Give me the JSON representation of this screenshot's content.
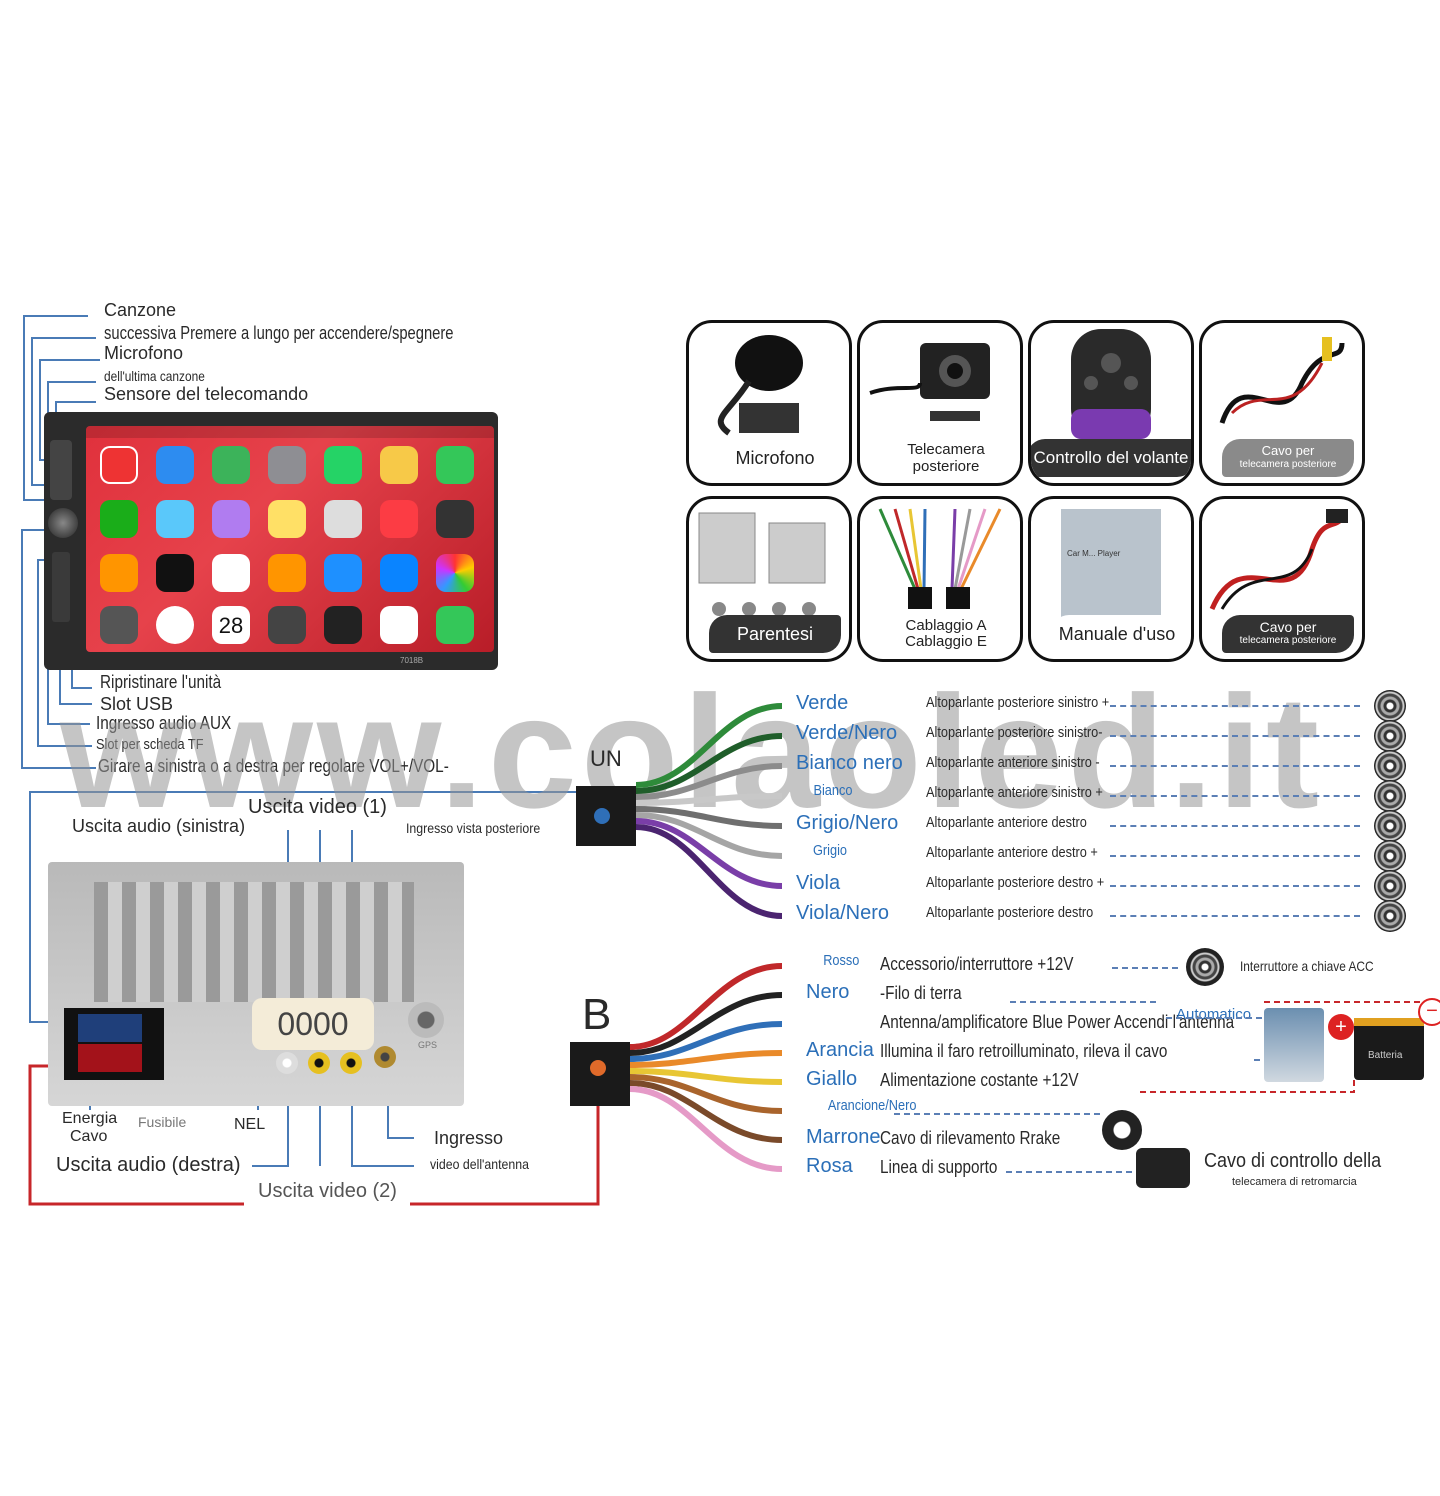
{
  "front_panel": {
    "labels": {
      "next_song": "Canzone",
      "next_song_2": "successiva Premere a lungo per accendere/spegnere",
      "mic": "Microfono",
      "prev_song": "dell'ultima canzone",
      "remote_sensor": "Sensore del telecomando",
      "reset": "Ripristinare l'unità",
      "usb": "Slot USB",
      "aux": "Ingresso audio AUX",
      "tf": "Slot per scheda TF",
      "volume": "Girare a sinistra o a destra per regolare VOL+/VOL-"
    },
    "screen": {
      "date": "28",
      "model": "7018B"
    }
  },
  "accessories": [
    {
      "label": "Microfono",
      "style": "plain"
    },
    {
      "label": "Telecamera posteriore",
      "style": "plain"
    },
    {
      "label": "Controllo del volante",
      "style": "dark"
    },
    {
      "label": "Cavo per",
      "sub": "telecamera posteriore",
      "style": "gray"
    },
    {
      "label": "Parentesi",
      "style": "dark"
    },
    {
      "label": "Cablaggio A",
      "sub": "Cablaggio E",
      "style": "plain"
    },
    {
      "label": "Manuale d'uso",
      "style": "plain"
    },
    {
      "label": "Cavo per",
      "sub": "telecamera posteriore",
      "style": "dark"
    }
  ],
  "manual_text": "Car M... Player",
  "watermark": "www.colaoled.it",
  "connector_a": {
    "name": "UN",
    "wires": [
      {
        "color_name": "Verde",
        "func": "Altoparlante posteriore sinistro +",
        "color": "#2e8b3a"
      },
      {
        "color_name": "Verde/Nero",
        "func": "Altoparlante posteriore sinistro-",
        "color": "#1f5e2a"
      },
      {
        "color_name": "Bianco nero",
        "func": "Altoparlante anteriore sinistro -",
        "color": "#8c8c8c"
      },
      {
        "color_name": "Bianco",
        "func": "Altoparlante anteriore sinistro +",
        "color": "#c8c8c8"
      },
      {
        "color_name": "Grigio/Nero",
        "func": "Altoparlante anteriore destro",
        "color": "#6f6f6f"
      },
      {
        "color_name": "Grigio",
        "func": "Altoparlante anteriore destro +",
        "color": "#a5a5a5"
      },
      {
        "color_name": "Viola",
        "func": "Altoparlante posteriore destro +",
        "color": "#7a3ea8"
      },
      {
        "color_name": "Viola/Nero",
        "func": "Altoparlante posteriore destro",
        "color": "#4b2470"
      }
    ]
  },
  "connector_b": {
    "name": "B",
    "wires": [
      {
        "color_name": "Rosso",
        "func": "Accessorio/interruttore +12V",
        "color": "#c0282a"
      },
      {
        "color_name": "Nero",
        "func": "-Filo di terra",
        "color": "#222222"
      },
      {
        "color_name": "",
        "func": "Antenna/amplificatore Blue Power Accendi l'antenna",
        "color": "#2f6fb8"
      },
      {
        "color_name": "Arancia",
        "func": "Illumina il faro retroilluminato, rileva il cavo",
        "color": "#e98a2a"
      },
      {
        "color_name": "Giallo",
        "func": "Alimentazione costante +12V",
        "color": "#e8c634"
      },
      {
        "color_name": "Arancione/Nero",
        "func": "",
        "color": "#a9642c"
      },
      {
        "color_name": "Marrone",
        "func": "Cavo di rilevamento Rrake",
        "color": "#7a4a2a"
      },
      {
        "color_name": "Rosa",
        "func": "Linea di supporto",
        "color": "#e59ac7"
      }
    ],
    "acc_switch": "Interruttore a chiave ACC",
    "automatic": "Automatico",
    "battery": "Batteria",
    "rear_cam_ctrl": "Cavo di controllo della",
    "rear_cam_ctrl_sub": "telecamera di retromarcia"
  },
  "rear_panel": {
    "uscita_video_1": "Uscita video (1)",
    "uscita_audio_sx": "Uscita audio (sinistra)",
    "ingresso_vista": "Ingresso vista posteriore",
    "energia": "Energia",
    "cavo": "Cavo",
    "fusibile": "Fusibile",
    "nel": "NEL",
    "uscita_audio_dx": "Uscita audio (destra)",
    "uscita_video_2": "Uscita video (2)",
    "ingresso": "Ingresso",
    "video_antenna": "video dell'antenna",
    "display": "0000",
    "gps": "GPS"
  }
}
